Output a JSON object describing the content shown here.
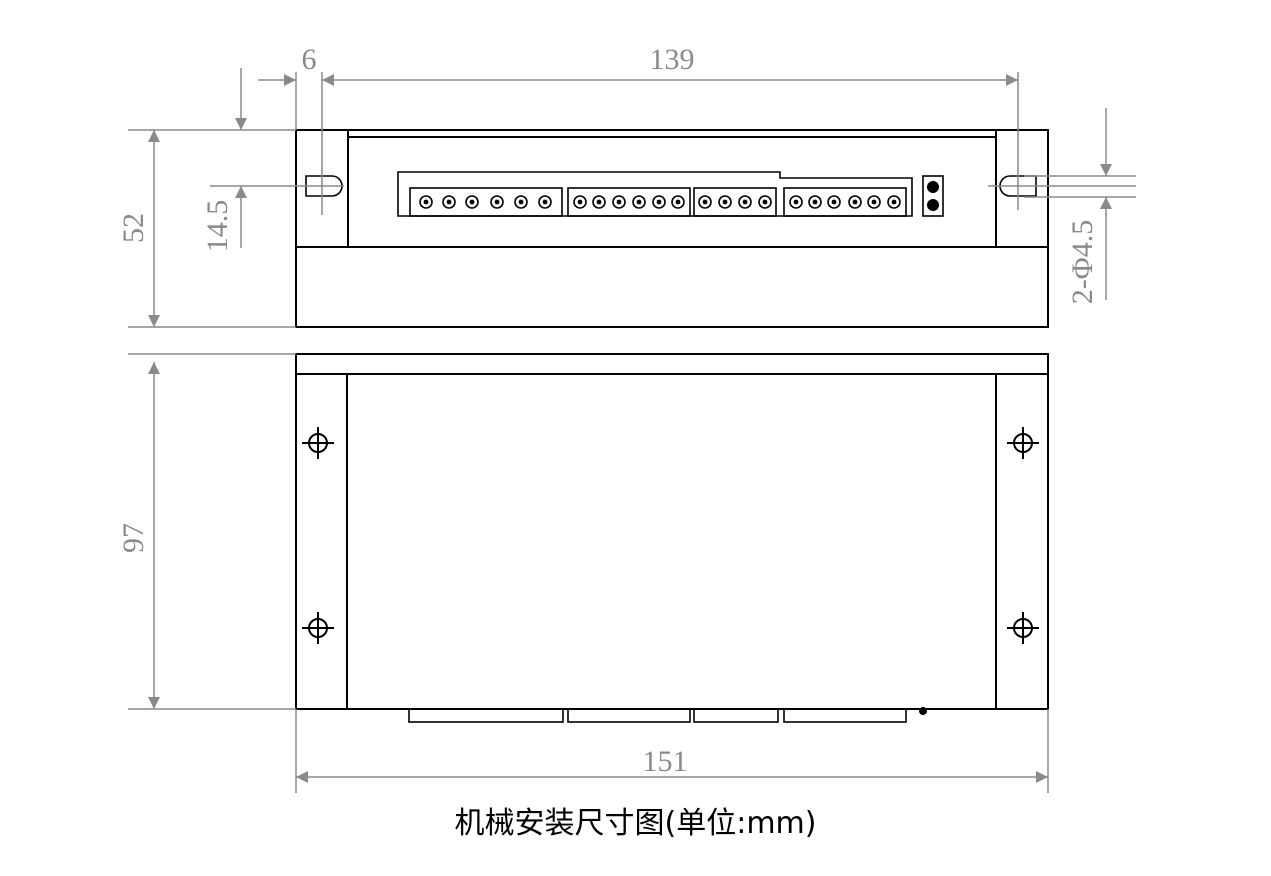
{
  "dimensions": {
    "offset_6": "6",
    "width_139": "139",
    "height_52": "52",
    "hole_14_5": "14.5",
    "hole_dia": "2-Φ4.5",
    "height_97": "97",
    "width_151": "151"
  },
  "caption": "机械安装尺寸图(单位:mm)",
  "colors": {
    "dimension": "#8a8a8a",
    "outline": "#000000"
  }
}
